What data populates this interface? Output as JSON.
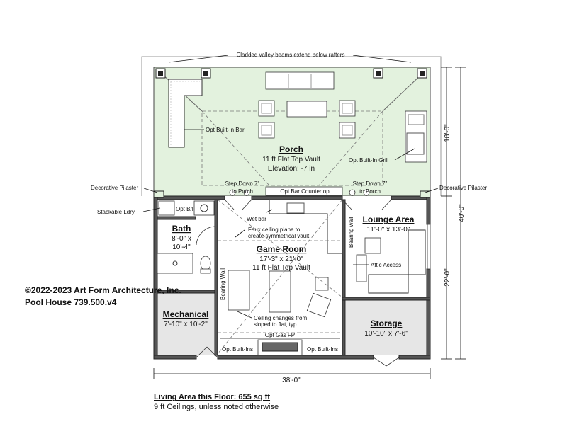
{
  "colors": {
    "porch_fill": "#e3f2de",
    "room_fill": "#ffffff",
    "shaded_fill": "#e6e6e6",
    "wall": "#555555"
  },
  "copyright": {
    "line1": "©2022-2023 Art Form Architecture, Inc.",
    "line2": "Pool House 739.500.v4"
  },
  "rooms": {
    "porch": {
      "title": "Porch",
      "line1": "11 ft Flat Top Vault",
      "line2": "Elevation: -7 in"
    },
    "game_room": {
      "title": "Game Room",
      "line1": "17'-3\" x 21'-0\"",
      "line2": "11 ft Flat Top Vault"
    },
    "lounge": {
      "title": "Lounge Area",
      "line1": "11'-0\" x 13'-0\""
    },
    "bath": {
      "title": "Bath",
      "line1": "8'-0\" x",
      "line2": "10'-4\""
    },
    "mechanical": {
      "title": "Mechanical",
      "line1": "7'-10\" x 10'-2\""
    },
    "storage": {
      "title": "Storage",
      "line1": "10'-10\" x 7'-6\""
    }
  },
  "notes": {
    "valley_beams": "Cladded valley beams extend below rafters",
    "opt_built_in_bar": "Opt Built-In Bar",
    "opt_built_in_grill": "Opt Built-In Grill",
    "decorative_pilaster_left": "Decorative Pilaster",
    "decorative_pilaster_right": "Decorative Pilaster",
    "step_down_left_1": "Step Down 7\"",
    "step_down_left_2": "to Porch",
    "step_down_right_1": "Step Down 7\"",
    "step_down_right_2": "to Porch",
    "opt_bar_countertop": "Opt Bar Countertop",
    "stackable_ldry": "Stackable Ldry",
    "opt_bi": "Opt B/I",
    "wet_bar": "Wet bar",
    "faux_ceiling_1": "Faux ceiling plane to",
    "faux_ceiling_2": "create symmetrical vault",
    "bearing_wall_right": "Bearing wall",
    "bearing_wall_left": "Bearing Wall",
    "attic_access": "Attic Access",
    "ceiling_changes_1": "Ceiling changes from",
    "ceiling_changes_2": "sloped to flat, typ.",
    "opt_gas_fp": "Opt Gas FP",
    "opt_built_ins_left": "Opt Built-Ins",
    "opt_built_ins_right": "Opt Built-Ins"
  },
  "dimensions": {
    "width": "38'-0\"",
    "depth_total": "40'-0\"",
    "depth_porch": "18'-0\"",
    "depth_house": "22'-0\""
  },
  "footer": {
    "living_area": "Living Area this Floor: 655 sq ft",
    "ceilings": "9 ft Ceilings, unless noted otherwise"
  }
}
